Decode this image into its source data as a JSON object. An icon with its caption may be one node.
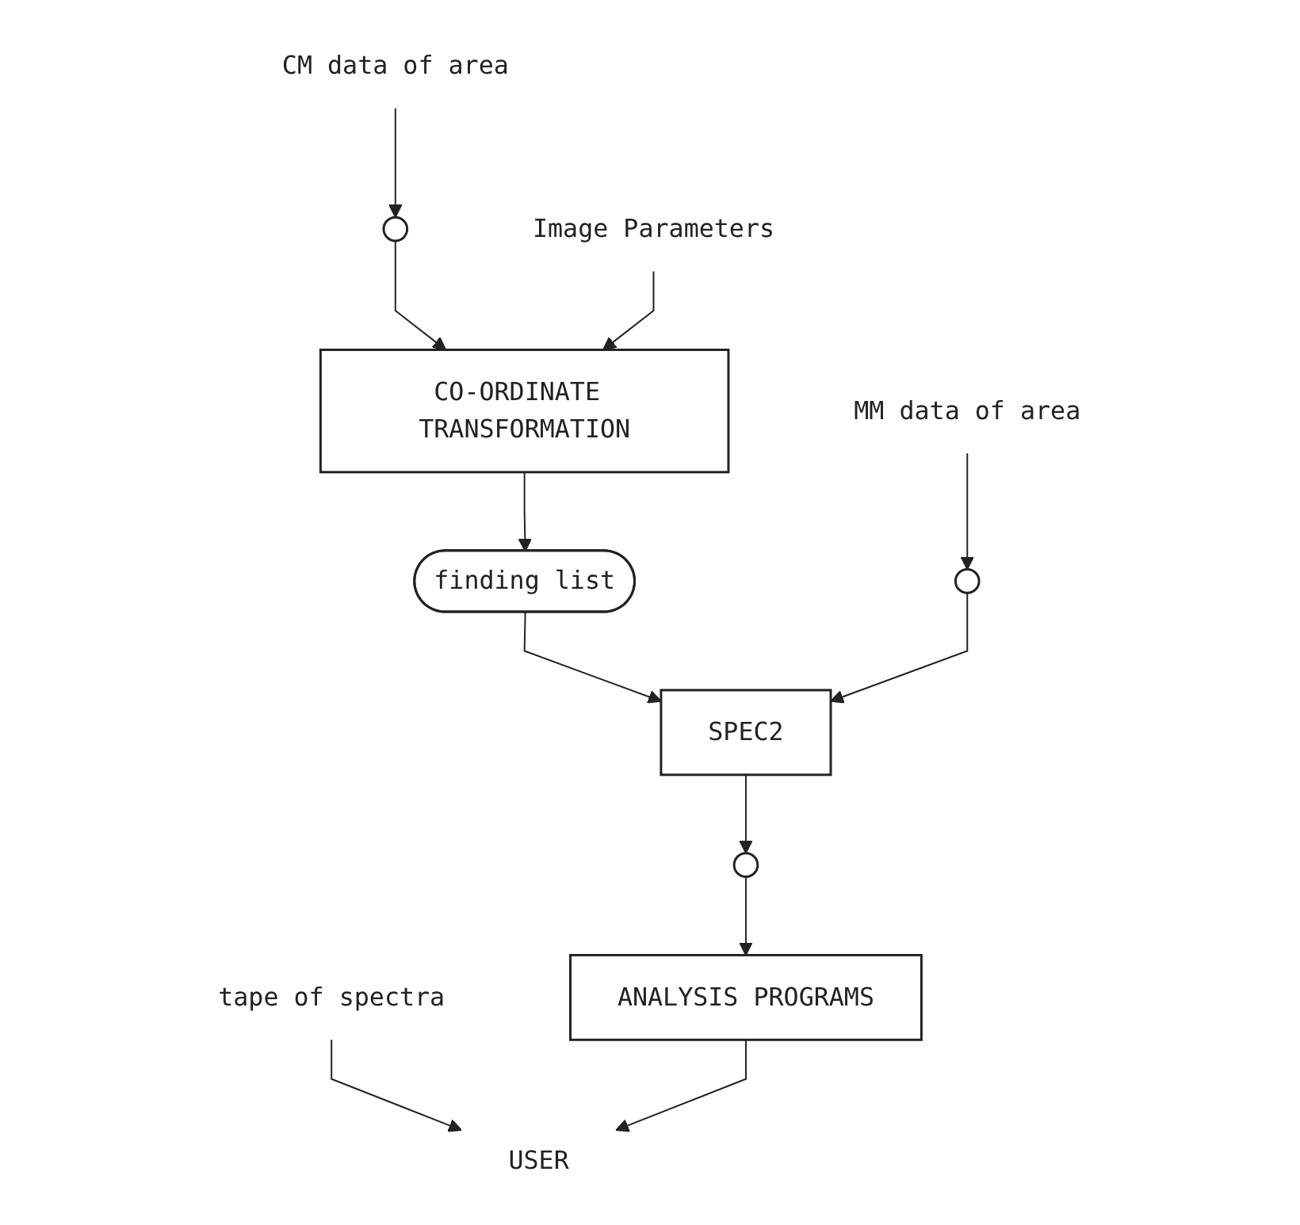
{
  "diagram": {
    "nodes": [
      {
        "text": [],
        "shape": "circle"
      },
      {
        "text": [
          "MM data of area"
        ]
      },
      {
        "text": [],
        "shape": "circle"
      },
      {
        "text": [
          "CM data of area"
        ]
      },
      {
        "text": [
          "CO-ORDINATE TRANSFORMATION"
        ]
      },
      {
        "text": [
          "Image Parameters"
        ]
      },
      {
        "text": [
          "SPEC2"
        ]
      },
      {
        "text": [
          "finding list"
        ]
      },
      {
        "text": [],
        "shape": "circle"
      },
      {
        "text": [
          "tape of spectra"
        ]
      },
      {
        "text": [
          "USER"
        ]
      },
      {
        "text": [
          "ANALYSIS PROGRAMS"
        ]
      }
    ],
    "edges": [
      {
        "from": 1,
        "to": 0,
        "arrow": "to"
      },
      {
        "from": 3,
        "to": 2,
        "arrow": "to"
      },
      {
        "from": 2,
        "to": 4,
        "arrow": "to"
      },
      {
        "from": 5,
        "to": 4,
        "arrow": "to"
      },
      {
        "from": 4,
        "to": 7,
        "arrow": "to"
      },
      {
        "from": 7,
        "to": 6,
        "arrow": "to"
      },
      {
        "from": 0,
        "to": 6,
        "arrow": "to"
      },
      {
        "from": 6,
        "to": 8,
        "arrow": "to"
      },
      {
        "from": 9,
        "to": 10,
        "arrow": "to"
      },
      {
        "from": 8,
        "to": 11,
        "arrow": "to"
      },
      {
        "from": 11,
        "to": 10,
        "arrow": "to"
      }
    ]
  }
}
